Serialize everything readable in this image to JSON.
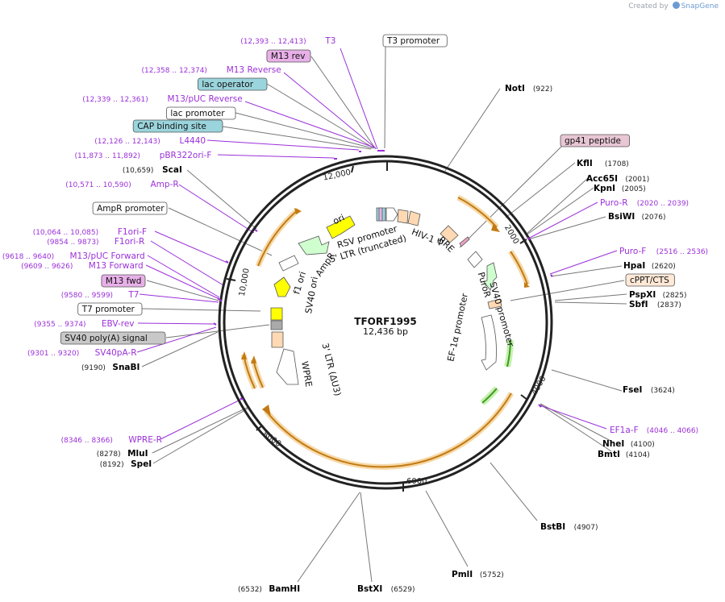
{
  "credit": {
    "prefix": "Created by",
    "brand": "SnapGene"
  },
  "plasmid": {
    "name": "TFORF1995",
    "size_label": "12,436 bp",
    "length": 12436
  },
  "ruler": [
    "2000",
    "4000",
    "6000",
    "8000",
    "10,000",
    "12,000"
  ],
  "colors": {
    "feature_purple": "#9b30d9",
    "enzyme_black": "#000000",
    "orf_orange": "#e8a33a",
    "promoter_white": "#ffffff",
    "ori_yellow": "#ffff00",
    "ampr_green": "#cfffcf",
    "rre_peach": "#ffd9b3",
    "lac_operator_blue": "#9ad4dc",
    "m13_pink": "#e8b0e8",
    "gp41_pink": "#e8c6d4"
  },
  "sites": [
    {
      "name": "T3",
      "range": "(12,393 .. 12,413)",
      "kind": "primer",
      "side": "left"
    },
    {
      "name": "T3 promoter",
      "kind": "boxed",
      "side": "right",
      "box": "#ffffff"
    },
    {
      "name": "M13 rev",
      "kind": "boxed",
      "side": "left",
      "box": "#e8b0e8"
    },
    {
      "name": "M13 Reverse",
      "range": "(12,358 .. 12,374)",
      "kind": "primer",
      "side": "left"
    },
    {
      "name": "lac operator",
      "kind": "boxed",
      "side": "left",
      "box": "#9ad4dc"
    },
    {
      "name": "M13/pUC Reverse",
      "range": "(12,339 .. 12,361)",
      "kind": "primer",
      "side": "left"
    },
    {
      "name": "lac promoter",
      "kind": "boxed",
      "side": "left",
      "box": "#ffffff"
    },
    {
      "name": "CAP binding site",
      "kind": "boxed",
      "side": "left",
      "box": "#9ad4dc"
    },
    {
      "name": "L4440",
      "range": "(12,126 .. 12,143)",
      "kind": "primer",
      "side": "left"
    },
    {
      "name": "pBR322ori-F",
      "range": "(11,873 .. 11,892)",
      "kind": "primer",
      "side": "left"
    },
    {
      "name": "ScaI",
      "pos": "(10,659)",
      "kind": "enzyme",
      "side": "left"
    },
    {
      "name": "Amp-R",
      "range": "(10,571 .. 10,590)",
      "kind": "primer",
      "side": "left"
    },
    {
      "name": "AmpR promoter",
      "kind": "boxed",
      "side": "left",
      "box": "#ffffff"
    },
    {
      "name": "F1ori-F",
      "range": "(10,064 .. 10,085)",
      "kind": "primer",
      "side": "left"
    },
    {
      "name": "F1ori-R",
      "range": "(9854 .. 9873)",
      "kind": "primer",
      "side": "left"
    },
    {
      "name": "M13/pUC Forward",
      "range": "(9618 .. 9640)",
      "kind": "primer",
      "side": "left"
    },
    {
      "name": "M13 Forward",
      "range": "(9609 .. 9626)",
      "kind": "primer",
      "side": "left"
    },
    {
      "name": "M13 fwd",
      "kind": "boxed",
      "side": "left",
      "box": "#e8b0e8"
    },
    {
      "name": "T7",
      "range": "(9580 .. 9599)",
      "kind": "primer",
      "side": "left"
    },
    {
      "name": "T7 promoter",
      "kind": "boxed",
      "side": "left",
      "box": "#ffffff"
    },
    {
      "name": "EBV-rev",
      "range": "(9355 .. 9374)",
      "kind": "primer",
      "side": "left"
    },
    {
      "name": "SV40 poly(A) signal",
      "kind": "boxed",
      "side": "left",
      "box": "#c8c8c8"
    },
    {
      "name": "SV40pA-R",
      "range": "(9301 .. 9320)",
      "kind": "primer",
      "side": "left"
    },
    {
      "name": "SnaBI",
      "pos": "(9190)",
      "kind": "enzyme",
      "side": "left"
    },
    {
      "name": "WPRE-R",
      "range": "(8346 .. 8366)",
      "kind": "primer",
      "side": "left"
    },
    {
      "name": "MluI",
      "pos": "(8278)",
      "kind": "enzyme",
      "side": "left"
    },
    {
      "name": "SpeI",
      "pos": "(8192)",
      "kind": "enzyme",
      "side": "left"
    },
    {
      "name": "BamHI",
      "pos": "(6532)",
      "kind": "enzyme",
      "side": "left"
    },
    {
      "name": "BstXI",
      "pos": "(6529)",
      "kind": "enzyme",
      "side": "right"
    },
    {
      "name": "PmlI",
      "pos": "(5752)",
      "kind": "enzyme",
      "side": "right"
    },
    {
      "name": "BstBI",
      "pos": "(4907)",
      "kind": "enzyme",
      "side": "right"
    },
    {
      "name": "BmtI",
      "pos": "(4104)",
      "kind": "enzyme",
      "side": "right"
    },
    {
      "name": "NheI",
      "pos": "(4100)",
      "kind": "enzyme",
      "side": "right"
    },
    {
      "name": "EF1a-F",
      "range": "(4046 .. 4066)",
      "kind": "primer",
      "side": "right"
    },
    {
      "name": "FseI",
      "pos": "(3624)",
      "kind": "enzyme",
      "side": "right"
    },
    {
      "name": "SbfI",
      "pos": "(2837)",
      "kind": "enzyme",
      "side": "right"
    },
    {
      "name": "PspXI",
      "pos": "(2825)",
      "kind": "enzyme",
      "side": "right"
    },
    {
      "name": "cPPT/CTS",
      "kind": "boxed",
      "side": "right",
      "box": "#ffe8d6"
    },
    {
      "name": "HpaI",
      "pos": "(2620)",
      "kind": "enzyme",
      "side": "right"
    },
    {
      "name": "Puro-F",
      "range": "(2516 .. 2536)",
      "kind": "primer",
      "side": "right"
    },
    {
      "name": "BsiWI",
      "pos": "(2076)",
      "kind": "enzyme",
      "side": "right"
    },
    {
      "name": "Puro-R",
      "range": "(2020 .. 2039)",
      "kind": "primer",
      "side": "right"
    },
    {
      "name": "KpnI",
      "pos": "(2005)",
      "kind": "enzyme",
      "side": "right"
    },
    {
      "name": "Acc65I",
      "pos": "(2001)",
      "kind": "enzyme",
      "side": "right"
    },
    {
      "name": "KflI",
      "pos": "(1708)",
      "kind": "enzyme",
      "side": "right"
    },
    {
      "name": "gp41 peptide",
      "kind": "boxed",
      "side": "right",
      "box": "#e8c6d4"
    },
    {
      "name": "NotI",
      "pos": "(922)",
      "kind": "enzyme",
      "side": "right"
    }
  ],
  "inner_features": [
    {
      "name": "RSV promoter"
    },
    {
      "name": "5' LTR (truncated)"
    },
    {
      "name": "HIV-1 Ψ"
    },
    {
      "name": "RRE"
    },
    {
      "name": "PuroR"
    },
    {
      "name": "SV40 promoter"
    },
    {
      "name": "EF-1α promoter"
    },
    {
      "name": "WPRE"
    },
    {
      "name": "3' LTR (ΔU3)"
    },
    {
      "name": "SV40 ori"
    },
    {
      "name": "f1 ori"
    },
    {
      "name": "AmpR"
    },
    {
      "name": "ori"
    }
  ]
}
